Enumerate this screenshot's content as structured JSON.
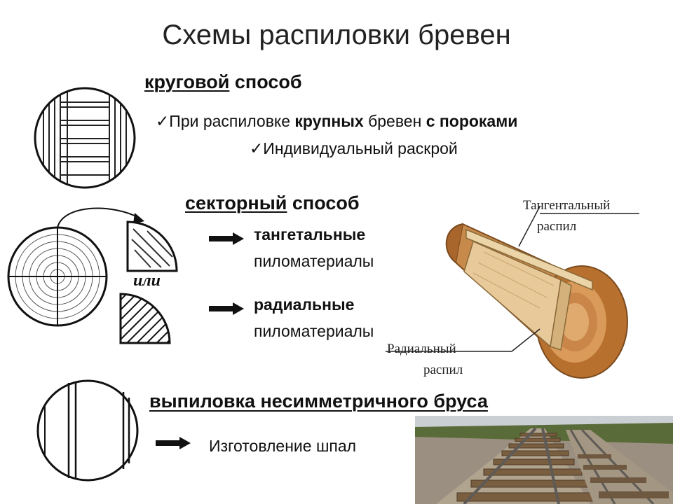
{
  "title": "Схемы распиловки бревен",
  "circular": {
    "heading_word": "круговой",
    "heading_rest": " способ",
    "line1_part1": "При распиловке ",
    "line1_bold1": "крупных",
    "line1_part2": " бревен ",
    "line1_bold2": "с пороками",
    "line2": "Индивидуальный раскрой",
    "check": "✓"
  },
  "sector": {
    "heading_word": "секторный",
    "heading_rest": " способ",
    "item1_bold": "тангетальные",
    "item1_rest": "пиломатериалы",
    "item2_bold": "радиальные",
    "item2_rest": "пиломатериалы",
    "or_label": "или"
  },
  "log_diagram": {
    "tangential_label_1": "Тангентальный",
    "tangential_label_2": "распил",
    "radial_label_1": "Радиальный",
    "radial_label_2": "распил"
  },
  "asymmetric": {
    "heading": "выпиловка несимметричного бруса",
    "item": "Изготовление шпал"
  },
  "colors": {
    "wood_light": "#e8c99a",
    "wood_dark": "#b8702e",
    "bark": "#8a4a1a",
    "rail": "#7a6a55"
  }
}
